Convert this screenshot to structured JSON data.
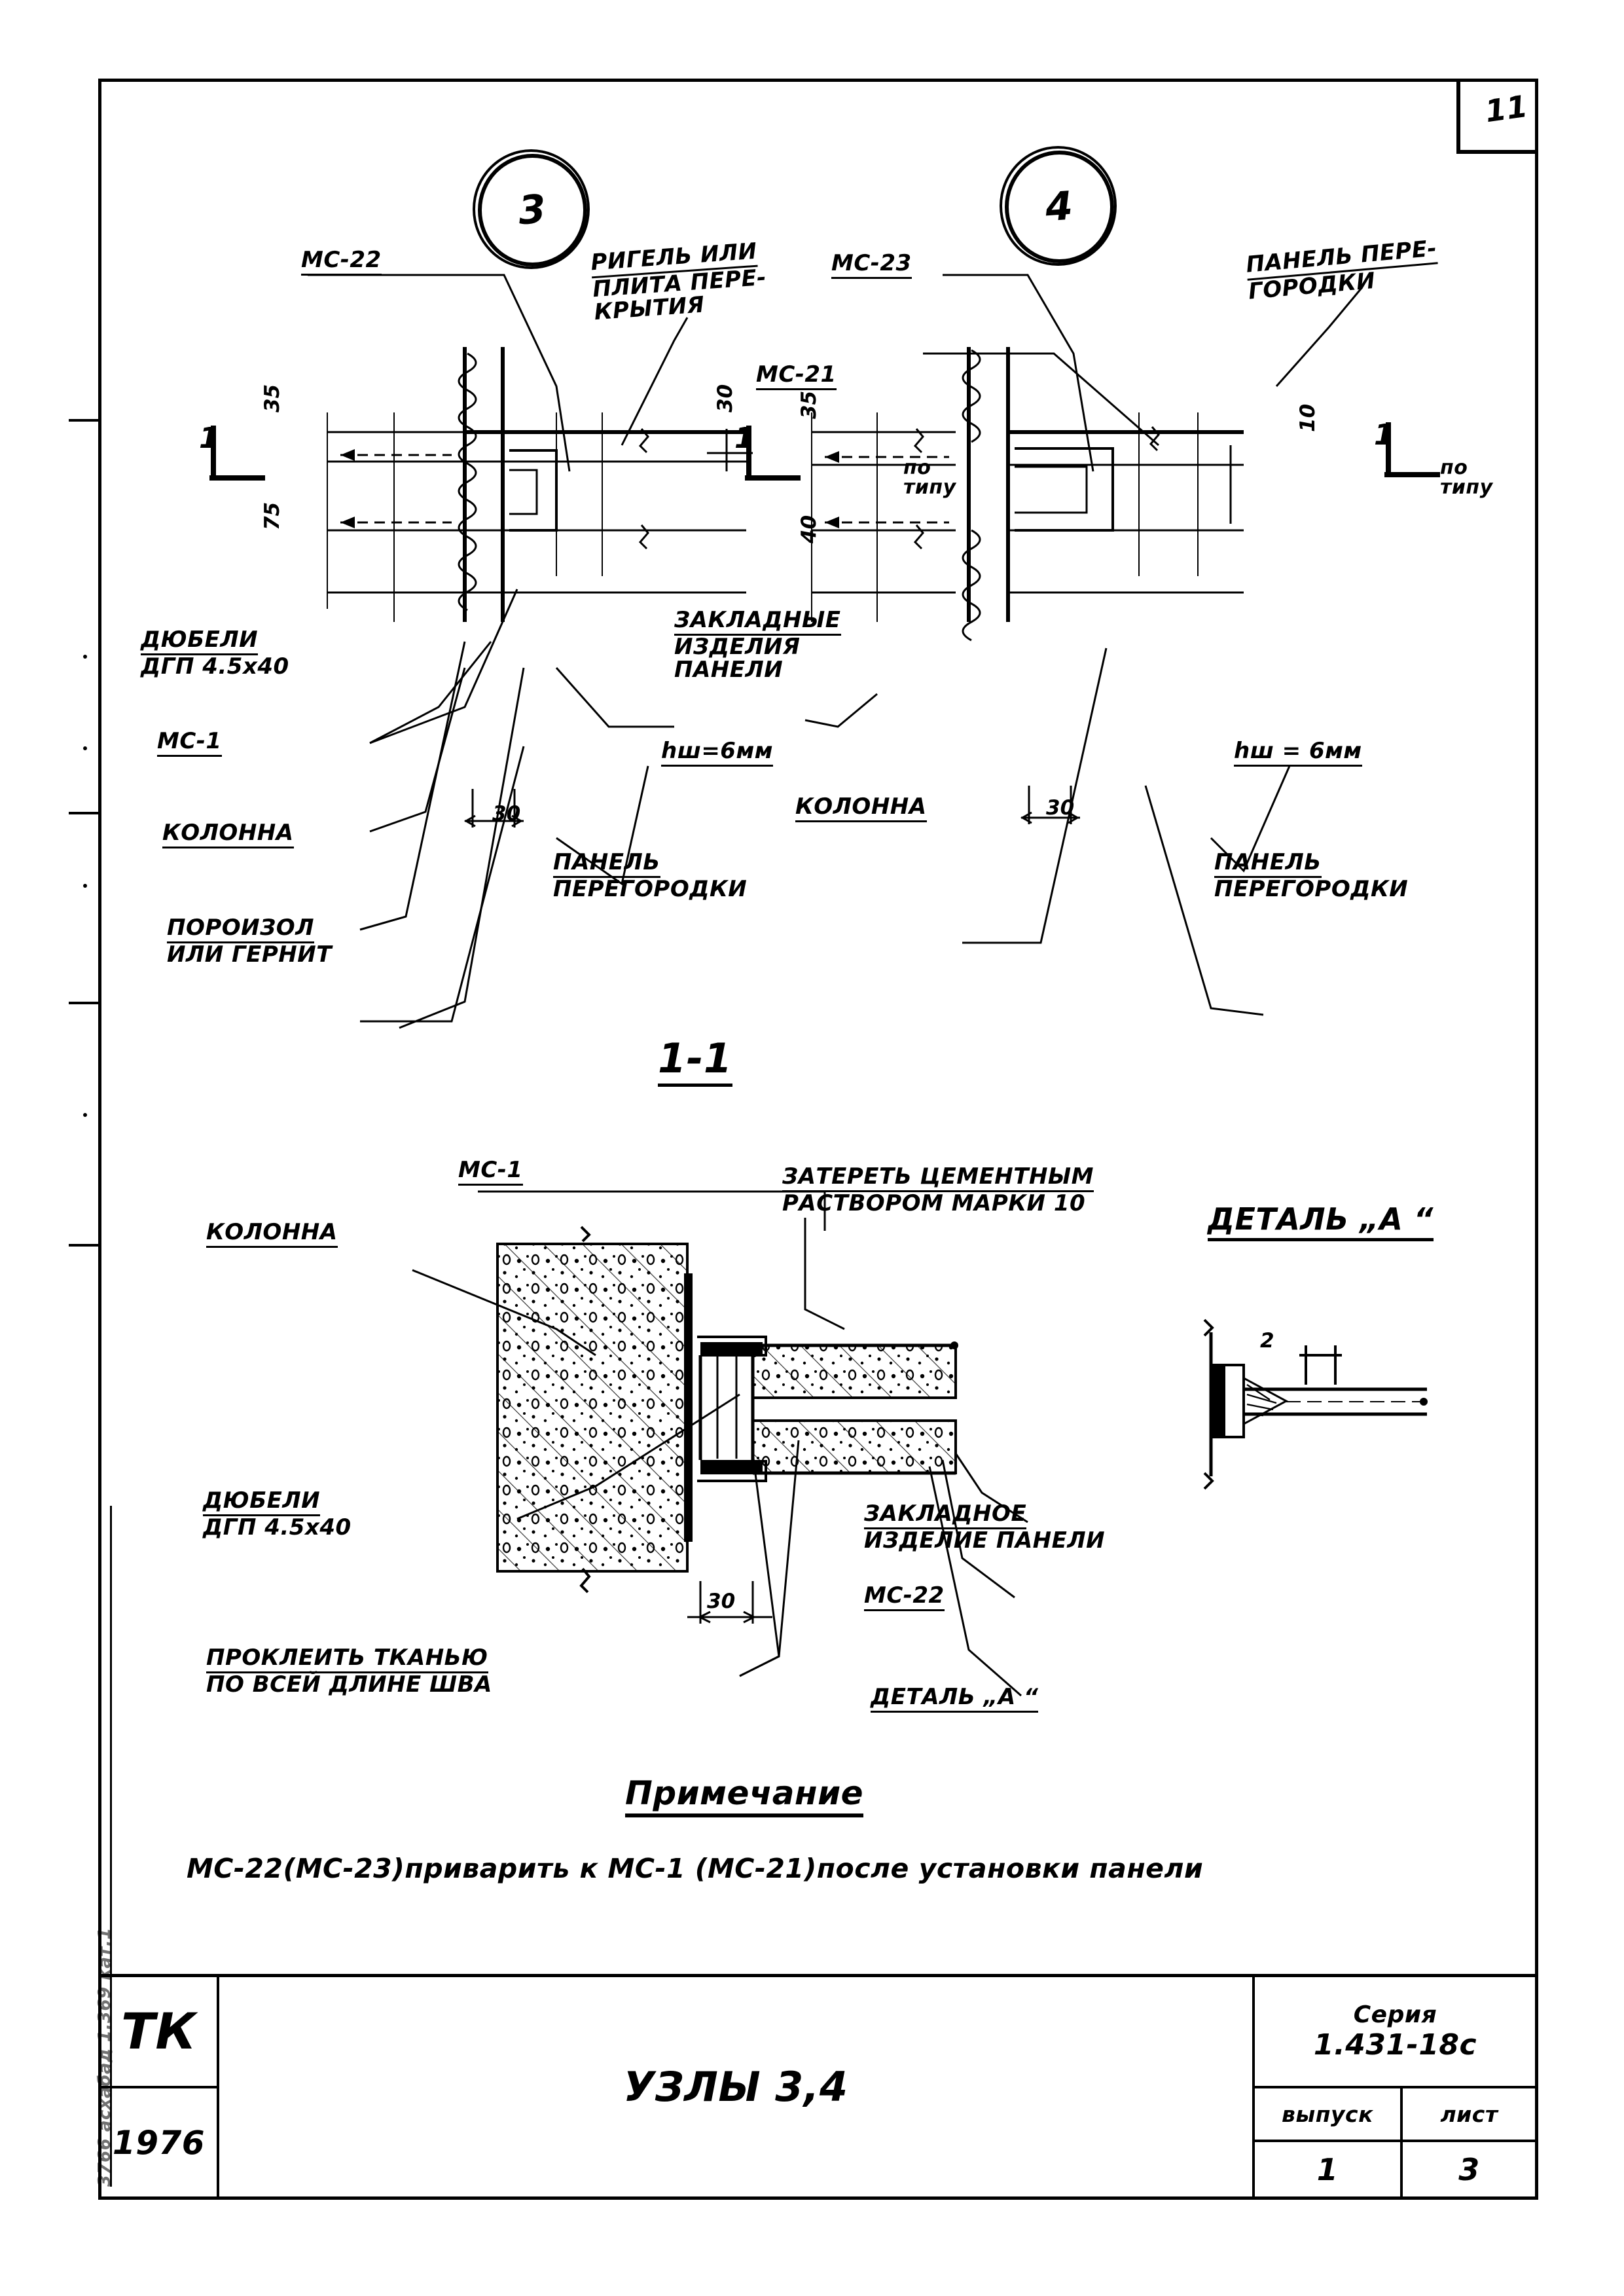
{
  "sheet": {
    "page_number": "11",
    "series_label": "Серия",
    "series_value": "1.431-18с",
    "issue_label": "выпуск",
    "issue_value": "1",
    "sheet_label": "лист",
    "sheet_value": "3",
    "org": "ТК",
    "year": "1976",
    "drawing_title": "УЗЛЫ    3,4",
    "margin_vertical_text": "3766   асхабад   1.369  кат.1"
  },
  "node3": {
    "bubble": "3",
    "labels": {
      "mc22": "МС-22",
      "rigel": [
        "РИГЕЛЬ ИЛИ",
        "ПЛИТА ПЕРЕ-",
        "КРЫТИЯ"
      ],
      "dubeli": [
        "ДЮБЕЛИ",
        "ДГП 4.5х40"
      ],
      "mc1": "МС-1",
      "kolonna_left": "КОЛОННА",
      "poroizol": [
        "ПОРОИЗОЛ",
        "ИЛИ ГЕРНИТ"
      ],
      "zakladnye": [
        "ЗАКЛАДНЫЕ",
        "ИЗДЕЛИЯ",
        "ПАНЕЛИ"
      ],
      "hsh": "hш=6мм",
      "panel": [
        "ПАНЕЛЬ",
        "ПЕРЕГОРОДКИ"
      ],
      "section_mark": "1"
    },
    "dims": {
      "d35": "35",
      "d75": "75",
      "d30_top": "30",
      "d30_bot": "30"
    }
  },
  "node4": {
    "bubble": "4",
    "labels": {
      "mc23": "МС-23",
      "mc21": "МС-21",
      "panel_top": [
        "ПАНЕЛЬ ПЕРЕ-",
        "ГОРОДКИ"
      ],
      "kolonna": "КОЛОННА",
      "hsh": "hш = 6мм",
      "panel": [
        "ПАНЕЛЬ",
        "ПЕРЕГОРОДКИ"
      ],
      "po_tipu_left": [
        "по",
        "типу"
      ],
      "po_tipu_right": [
        "по",
        "типу"
      ],
      "section_mark": "1"
    },
    "dims": {
      "d35": "35",
      "d40": "40",
      "d10": "10",
      "d30": "30"
    }
  },
  "section11": {
    "title": "1-1",
    "labels": {
      "mc1": "МС-1",
      "kolonna": "КОЛОННА",
      "dubeli": [
        "ДЮБЕЛИ",
        "ДГП 4.5х40"
      ],
      "prokleit": [
        "ПРОКЛЕИТЬ  ТКАНЬЮ",
        "ПО ВСЕЙ ДЛИНЕ ШВА"
      ],
      "zateret": [
        "ЗАТЕРЕТЬ ЦЕМЕНТНЫМ",
        "РАСТВОРОМ МАРКИ 10"
      ],
      "zakladnoe": [
        "ЗАКЛАДНОЕ",
        "ИЗДЕЛИЕ ПАНЕЛИ"
      ],
      "mc22": "МС-22",
      "detail_ref": "ДЕТАЛЬ „А “"
    },
    "dims": {
      "d30": "30"
    }
  },
  "detailA": {
    "title": "ДЕТАЛЬ „А “",
    "dim2": "2"
  },
  "note": {
    "heading": "Примечание",
    "text": "МС-22(МС-23)приварить к МС-1 (МС-21)после установки панели"
  },
  "colors": {
    "ink": "#000000",
    "paper": "#ffffff"
  }
}
